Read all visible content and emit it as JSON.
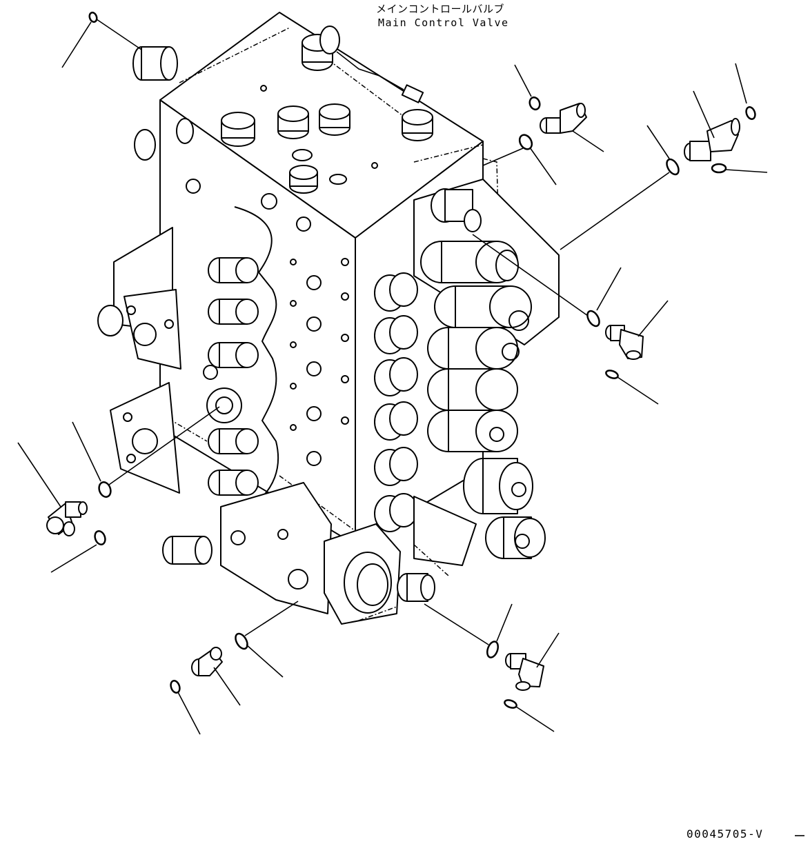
{
  "title": {
    "japanese": "メインコントロールバルブ",
    "english": "Main Control Valve"
  },
  "drawing_number": "00045705-V",
  "colors": {
    "line": "#000000",
    "background": "#ffffff"
  }
}
